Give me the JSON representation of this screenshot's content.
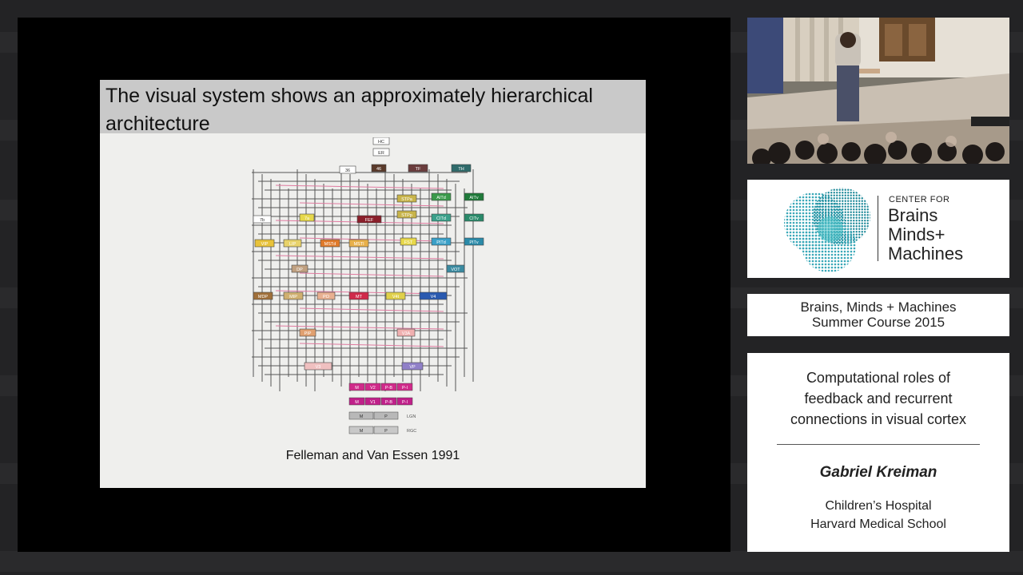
{
  "slide": {
    "title": "The visual system shows an approximately hierarchical architecture",
    "caption": "Felleman and Van Essen 1991",
    "areas": [
      {
        "label": "HC",
        "color": "#ffffff"
      },
      {
        "label": "ER",
        "color": "#ffffff"
      },
      {
        "label": "36",
        "color": "#ffffff"
      },
      {
        "label": "46",
        "color": "#5a3a2a"
      },
      {
        "label": "TF",
        "color": "#6b3d3d"
      },
      {
        "label": "TH",
        "color": "#2f6b6b"
      },
      {
        "label": "STPa",
        "color": "#c8b44a"
      },
      {
        "label": "AITd",
        "color": "#3a9a4a"
      },
      {
        "label": "AITv",
        "color": "#1f7a3a"
      },
      {
        "label": "7b",
        "color": "#ffffff"
      },
      {
        "label": "7a",
        "color": "#e6d84a"
      },
      {
        "label": "FEF",
        "color": "#8a1f2a"
      },
      {
        "label": "STPp",
        "color": "#c8b44a"
      },
      {
        "label": "CITd",
        "color": "#3aa08a"
      },
      {
        "label": "CITv",
        "color": "#2a8a6a"
      },
      {
        "label": "VIP",
        "color": "#e8c23a"
      },
      {
        "label": "LIP",
        "color": "#e8d26a"
      },
      {
        "label": "MSTd",
        "color": "#e07a2a"
      },
      {
        "label": "MSTl",
        "color": "#e8b04a"
      },
      {
        "label": "FST",
        "color": "#e8d84a"
      },
      {
        "label": "PITd",
        "color": "#3aa0c8"
      },
      {
        "label": "PITv",
        "color": "#2a8aa8"
      },
      {
        "label": "DP",
        "color": "#c0a080"
      },
      {
        "label": "VOT",
        "color": "#3a8aa0"
      },
      {
        "label": "MDP",
        "color": "#a0703a"
      },
      {
        "label": "MIP",
        "color": "#d0b070"
      },
      {
        "label": "PO",
        "color": "#e8b090"
      },
      {
        "label": "MT",
        "color": "#d02a4a"
      },
      {
        "label": "V4t",
        "color": "#e0d04a"
      },
      {
        "label": "V4",
        "color": "#2a5ab0"
      },
      {
        "label": "PIP",
        "color": "#e0a070"
      },
      {
        "label": "V3A",
        "color": "#f0b0b0"
      },
      {
        "label": "V3",
        "color": "#f0c0c0"
      },
      {
        "label": "VP",
        "color": "#9080c8"
      }
    ],
    "bottom_rows": [
      {
        "color": "#d02a8a",
        "cells": [
          "M",
          "V2",
          "P-B",
          "P-I"
        ]
      },
      {
        "color": "#c0208a",
        "cells": [
          "M",
          "V1",
          "P-B",
          "P-I"
        ]
      },
      {
        "color": "#b8b8b8",
        "cells": [
          "M",
          "P"
        ],
        "suffix": "LGN"
      },
      {
        "color": "#c8c8c8",
        "cells": [
          "M",
          "P"
        ],
        "suffix": "RGC"
      }
    ]
  },
  "logo": {
    "small": "CENTER FOR",
    "line1": "Brains",
    "line2": "Minds+",
    "line3": "Machines"
  },
  "course": {
    "line1": "Brains, Minds + Machines",
    "line2": "Summer Course 2015"
  },
  "talk": {
    "title_lines": [
      "Computational roles of",
      "feedback and recurrent",
      "connections in visual cortex"
    ],
    "speaker": "Gabriel Kreiman",
    "affiliation_lines": [
      "Children’s Hospital",
      "Harvard Medical School"
    ]
  }
}
